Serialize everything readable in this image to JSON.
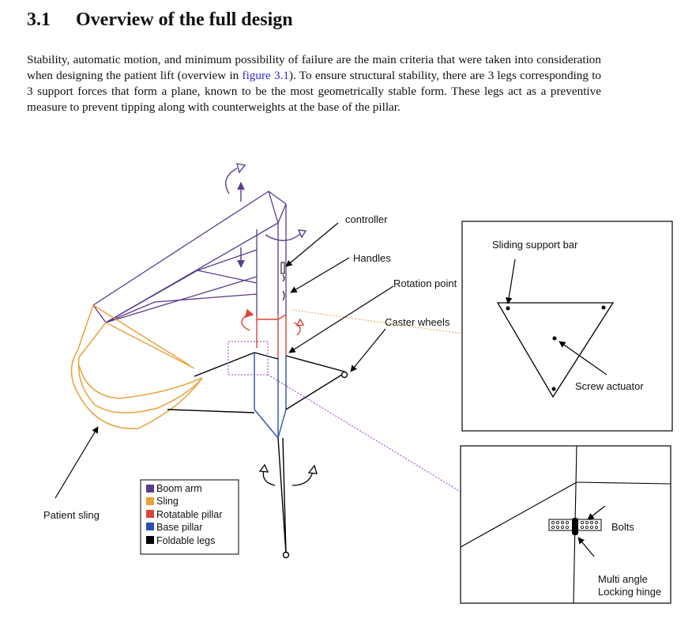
{
  "section": {
    "number": "3.1",
    "title": "Overview of the full design"
  },
  "paragraph": {
    "text_before_link": "Stability, automatic motion, and minimum possibility of failure are the main criteria that were taken into consideration when designing the patient lift (overview in ",
    "link_text": "figure 3.1",
    "text_after_link": ").  To ensure structural stability, there are 3 legs corresponding to 3 support forces that form a plane, known to be the most geometrically stable form.  These legs act as a preventive measure to prevent tipping along with counterweights at the base of the pillar."
  },
  "figure": {
    "callouts": {
      "controller": "controller",
      "handles": "Handles",
      "rotation_point": "Rotation point",
      "caster_wheels": "Caster wheels",
      "patient_sling": "Patient sling"
    },
    "legend": [
      {
        "label": "Boom arm",
        "color": "#5a3a8c"
      },
      {
        "label": "Sling",
        "color": "#e8a23c"
      },
      {
        "label": "Rotatable pillar",
        "color": "#d9453a"
      },
      {
        "label": "Base pillar",
        "color": "#2b4fae"
      },
      {
        "label": "Foldable legs",
        "color": "#000000"
      }
    ],
    "top_view": {
      "sliding_support_bar": "Sliding support bar",
      "screw_actuator": "Screw actuator"
    },
    "hinge_view": {
      "bolts": "Bolts",
      "hinge_line1": "Multi angle",
      "hinge_line2": "Locking hinge"
    }
  },
  "colors": {
    "boom": "#5a3a8c",
    "sling": "#e8a23c",
    "rotatable": "#d9453a",
    "base": "#2b4fae",
    "legs": "#000000",
    "link": "#2a2ad0"
  }
}
